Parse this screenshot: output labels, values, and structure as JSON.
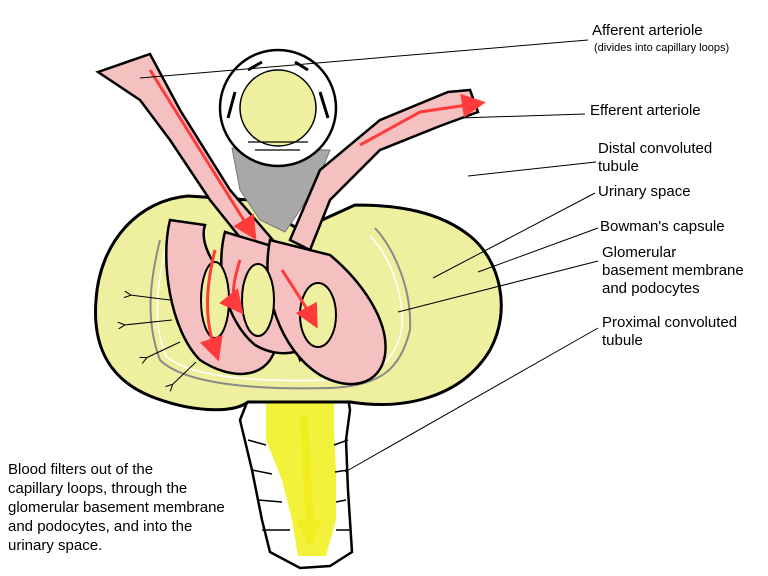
{
  "labels": {
    "afferent": "Afferent arteriole",
    "afferent_note": "(divides into capillary loops)",
    "efferent": "Efferent arteriole",
    "distal": "Distal convoluted\ntubule",
    "urinary_space": "Urinary space",
    "bowmans": "Bowman's capsule",
    "gbm": "Glomerular\nbasement membrane\nand podocytes",
    "proximal": "Proximal convoluted\ntubule"
  },
  "caption": "Blood filters out of the\ncapillary loops, through the\nglomerular basement membrane\nand podocytes, and into the\nurinary space.",
  "colors": {
    "capsule_fill": "#eef0a0",
    "urine_flow": "#f2f23a",
    "vessel_fill": "#f4c0c0",
    "blood_arrow": "#ff3b3b",
    "macula_gray": "#a8a8a8",
    "outline": "#000000",
    "membrane": "#8a8a8a"
  }
}
